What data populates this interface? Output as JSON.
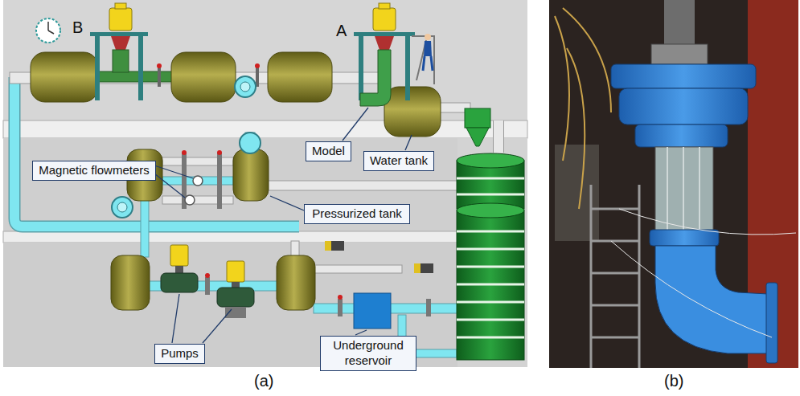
{
  "diagram": {
    "nodes": [
      {
        "text": [
          "Model"
        ]
      },
      {
        "text": [
          "Water tank"
        ]
      },
      {
        "text": [
          "Magnetic flowmeters"
        ]
      },
      {
        "text": [
          "Pressurized tank"
        ]
      },
      {
        "text": [
          "Pumps"
        ]
      },
      {
        "text": [
          "Underground reservoir"
        ]
      }
    ],
    "labels": [
      "B",
      "A",
      "(a)",
      "(b)"
    ]
  }
}
